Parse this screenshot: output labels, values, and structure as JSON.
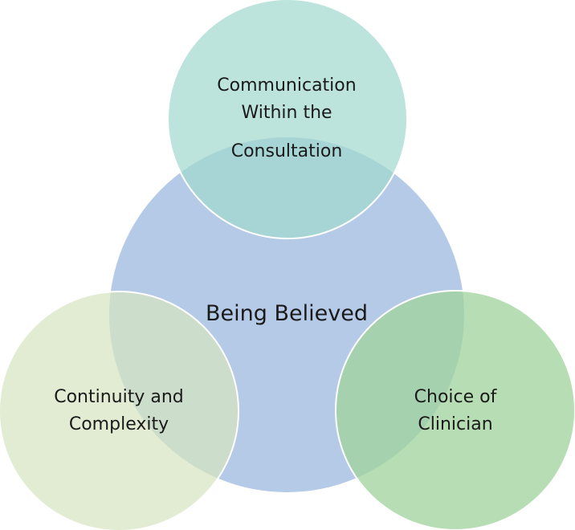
{
  "diagram": {
    "center": {
      "label": "Being Believed",
      "color": "#b1c7e6"
    },
    "top": {
      "line1": "Communication",
      "line2": "Within the",
      "line3": "Consultation",
      "color": "#a2dacf"
    },
    "left": {
      "line1": "Continuity and",
      "line2": "Complexity",
      "color": "#d5e5c1"
    },
    "right": {
      "line1": "Choice of",
      "line2": "Clinician",
      "color": "#a2d39d"
    }
  }
}
